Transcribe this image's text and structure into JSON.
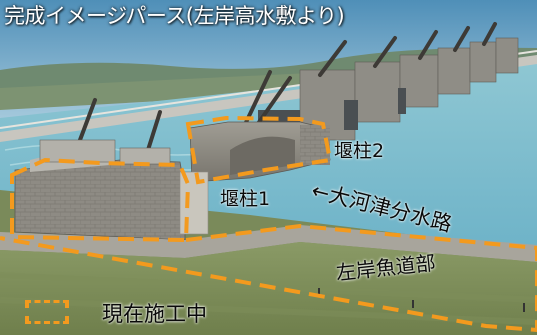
{
  "title": "完成イメージパース(左岸高水敷より)",
  "labels": {
    "pier2": "堰柱2",
    "pier1": "堰柱1",
    "diversion_channel": "←大河津分水路",
    "fishway": "左岸魚道部"
  },
  "legend": {
    "text": "現在施工中"
  },
  "colors": {
    "highlight_dash": "#f39a1e",
    "sky": "#6aa5c8",
    "water": "#8cc8d6",
    "concrete": "#8c8a82"
  }
}
